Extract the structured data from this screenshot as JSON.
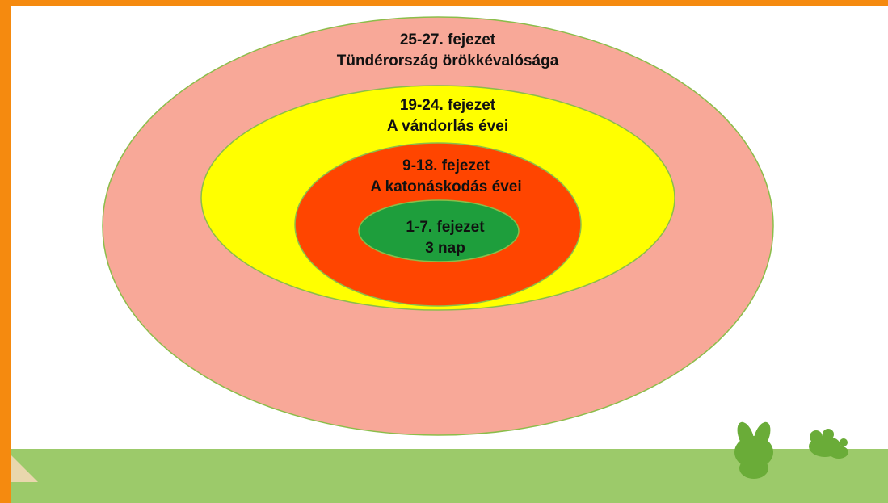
{
  "rings": [
    {
      "id": "outer",
      "line1": "25-27. fejezet",
      "line2": "Tündérország örökkévalósága",
      "color": "#f8a898"
    },
    {
      "id": "second",
      "line1": "19-24. fejezet",
      "line2": "A vándorlás évei",
      "color": "#ffff00"
    },
    {
      "id": "third",
      "line1": "9-18. fejezet",
      "line2": "A katonáskodás évei",
      "color": "#ff4500"
    },
    {
      "id": "inner",
      "line1": "1-7. fejezet",
      "line2": "3 nap",
      "color": "#1e9e3c"
    }
  ],
  "theme": {
    "frame": "#f58a0f",
    "ground": "#9cca6a",
    "critter": "#6aac38",
    "ring_stroke": "#8bbd4a"
  },
  "decorations": [
    "rabbit-icon",
    "frog-icon"
  ]
}
